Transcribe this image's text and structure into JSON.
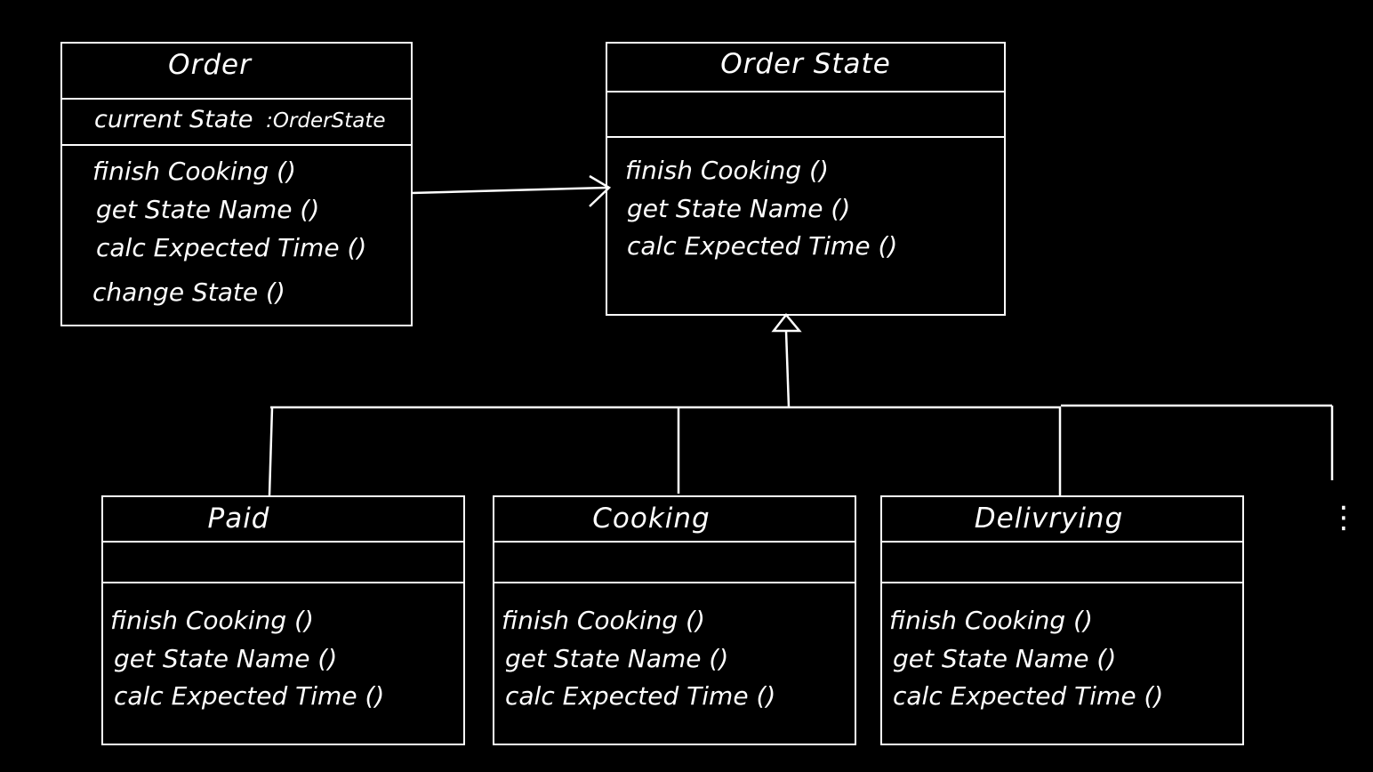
{
  "order": {
    "name": "Order",
    "attribute": "current State",
    "attribute_type": ":OrderState",
    "operations": [
      "finish Cooking ()",
      "get State Name ()",
      "calc Expected Time ()",
      "change State ()"
    ]
  },
  "order_state": {
    "name": "Order State",
    "operations": [
      "finish Cooking ()",
      "get State Name ()",
      "calc Expected Time ()"
    ]
  },
  "paid": {
    "name": "Paid",
    "operations": [
      "finish Cooking ()",
      "get State Name ()",
      "calc Expected Time ()"
    ]
  },
  "cooking": {
    "name": "Cooking",
    "operations": [
      "finish Cooking ()",
      "get State Name ()",
      "calc Expected Time ()"
    ]
  },
  "delivrying": {
    "name": "Delivrying",
    "operations": [
      "finish Cooking ()",
      "get State Name ()",
      "calc Expected Time ()"
    ]
  },
  "more_indicator": "⋮"
}
